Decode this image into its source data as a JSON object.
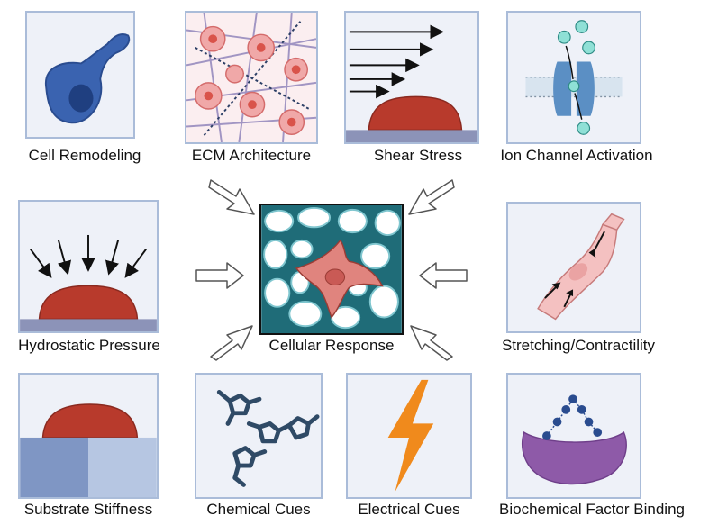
{
  "labels": {
    "cell_remodeling": "Cell Remodeling",
    "ecm_architecture": "ECM Architecture",
    "shear_stress": "Shear Stress",
    "ion_channel_activation": "Ion Channel Activation",
    "hydrostatic_pressure": "Hydrostatic Pressure",
    "cellular_response": "Cellular Response",
    "stretching_contractility": "Stretching/Contractility",
    "substrate_stiffness": "Substrate Stiffness",
    "chemical_cues": "Chemical Cues",
    "electrical_cues": "Electrical Cues",
    "biochemical_factor_binding": "Biochemical Factor Binding"
  },
  "colors": {
    "panel_border": "#aabcd9",
    "panel_fill": "#eef1f8",
    "cell_red": "#b83a2c",
    "blue_cell": "#3a63b0",
    "ecm_teal": "#2c7f8c",
    "bolt_orange": "#f08a1c",
    "protein_purple": "#8e5aa8",
    "molecule_navy": "#2f4a66"
  }
}
